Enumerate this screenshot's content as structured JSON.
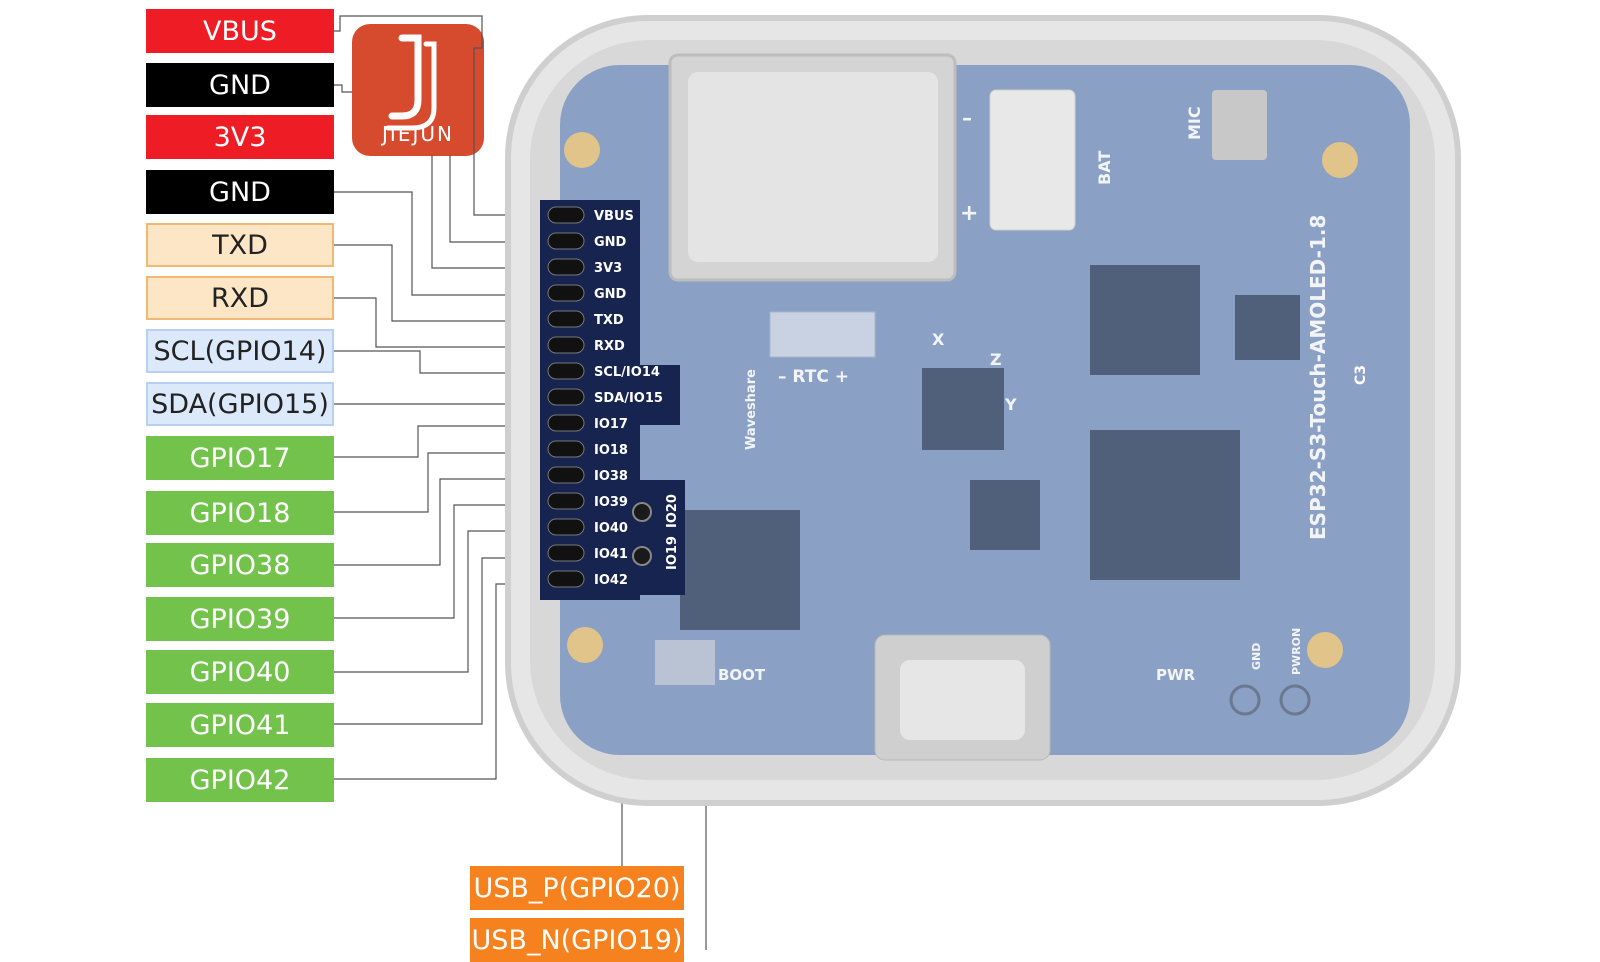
{
  "logo": {
    "brand": "JIEJUN"
  },
  "labels": [
    {
      "text": "VBUS"
    },
    {
      "text": "GND"
    },
    {
      "text": "3V3"
    },
    {
      "text": "GND"
    },
    {
      "text": "TXD"
    },
    {
      "text": "RXD"
    },
    {
      "text": "SCL(GPIO14)"
    },
    {
      "text": "SDA(GPIO15)"
    },
    {
      "text": "GPIO17"
    },
    {
      "text": "GPIO18"
    },
    {
      "text": "GPIO38"
    },
    {
      "text": "GPIO39"
    },
    {
      "text": "GPIO40"
    },
    {
      "text": "GPIO41"
    },
    {
      "text": "GPIO42"
    }
  ],
  "usb_labels": [
    {
      "text": "USB_P(GPIO20)"
    },
    {
      "text": "USB_N(GPIO19)"
    }
  ],
  "header_pins": [
    "VBUS",
    "GND",
    "3V3",
    "GND",
    "TXD",
    "RXD",
    "SCL/IO14",
    "SDA/IO15",
    "IO17",
    "IO18",
    "IO38",
    "IO39",
    "IO40",
    "IO41",
    "IO42"
  ],
  "side_pins": [
    "IO20",
    "IO19"
  ],
  "board_text": {
    "model": "ESP32-S3-Touch-AMOLED-1.8",
    "bat": "BAT",
    "mic": "MIC",
    "rtc": "– RTC +",
    "boot": "BOOT",
    "pwr": "PWR",
    "gnd": "GND",
    "pwron": "PWRON",
    "brand": "Waveshare",
    "minus": "–",
    "plus": "+",
    "axis_x": "X",
    "axis_y": "Y",
    "axis_z": "Z",
    "c3": "C3"
  },
  "colors": {
    "power": "#ee1c24",
    "ground": "#000000",
    "uart": "#fde6c6",
    "i2c": "#dce9fb",
    "gpio": "#72c24c",
    "usb": "#f5821f",
    "logo": "#d64a2e",
    "pcb": "#8aa0c4",
    "header": "#16244f"
  }
}
